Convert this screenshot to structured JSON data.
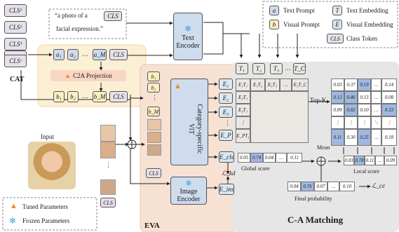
{
  "cls_tokens": [
    "CLS¹",
    "CLS²",
    "CLS³",
    "…",
    "CLSᶜ"
  ],
  "cls_token": "CLS",
  "prompt_text": {
    "line1": "“a photo of a",
    "line2": "facial expression.”"
  },
  "text_encoder": {
    "line1": "Text",
    "line2": "Encoder"
  },
  "image_encoder": {
    "line1": "Image",
    "line2": "Encoder"
  },
  "csvit": {
    "line1": "Category-specific",
    "line2": "ViT"
  },
  "cat_label": "CAT",
  "c2a_label": "C2A Projection",
  "eva_label": "EVA",
  "input_label": "Input",
  "ca_label": "C-A Matching",
  "a_tokens": [
    "a₁",
    "a₂",
    "…",
    "a_M"
  ],
  "b_tokens": [
    "b₁",
    "b₂",
    "…",
    "b_M"
  ],
  "b_col": [
    "b₁",
    "b₂",
    "⋮",
    "b_M"
  ],
  "t_tokens": [
    "T₁",
    "T₂",
    "T₃",
    "…",
    "T_C"
  ],
  "e_tokens": [
    "E₁",
    "E₂",
    "E₃",
    "⋮",
    "E_P"
  ],
  "e_cls": "E_cls",
  "e_ins": "E_ins",
  "legend": {
    "a": "a",
    "a_label": "Text Prompt",
    "b": "b",
    "b_label": "Visual Prompt",
    "T": "T",
    "T_label": "Text Embedding",
    "E": "E",
    "E_label": "Visual Embedding",
    "cls_label": "Class Token"
  },
  "params": {
    "tuned": "Tuned Parameters",
    "frozen": "Frozen Parameters"
  },
  "sim_header": [
    "E₁T₁",
    "E₁T₂",
    "E₁T₃",
    "…",
    "E₁T_C"
  ],
  "sim_rows_first": [
    "E₁T₁",
    "E₂T₁",
    "E₃T₁",
    "⋮",
    "E_PT₁"
  ],
  "topk_label": "Top-K",
  "mean_label": "Mean",
  "global_score_label": "Global score",
  "local_score_label": "Local score",
  "final_prob_label": "Final probability",
  "kd_label": "ℒ_kd",
  "ce_label": "ℒ_ce",
  "global_scores": [
    "0.05",
    "0.74",
    "0.04",
    "…",
    "0.11"
  ],
  "local_scores": [
    "0.03",
    "0.78",
    "0.11",
    "…",
    "0.09"
  ],
  "final_probs": [
    "0.04",
    "0.76",
    "0.07",
    "…",
    "0.10"
  ],
  "topk_matrix": [
    [
      "0.03",
      "0.37",
      "0.19",
      "…",
      "0.14"
    ],
    [
      "0.13",
      "0.46",
      "0.13",
      "…",
      "0.08"
    ],
    [
      "0.09",
      "0.82",
      "0.10",
      "…",
      "0.33"
    ],
    [
      "⋮",
      "⋮",
      "⋮",
      "⋱",
      "⋮"
    ],
    [
      "0.11",
      "0.30",
      "0.25",
      "…",
      "0.18"
    ]
  ],
  "colors": {
    "highlight": "#9fb8e0",
    "cat_bg": "#fbefd4",
    "eva_bg": "#f6e1d3",
    "ca_bg": "#e6e6e6",
    "tuned": "#f08a24",
    "frozen": "#3aa0d8"
  }
}
